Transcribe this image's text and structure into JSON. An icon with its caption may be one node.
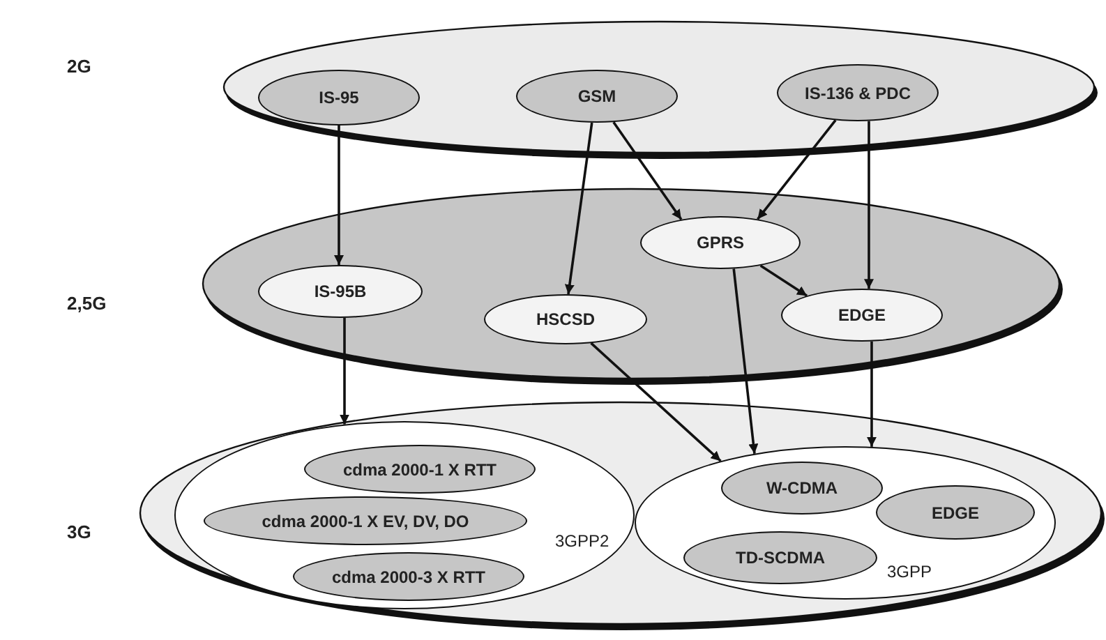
{
  "diagram": {
    "nodes": [
      {
        "text": [],
        "shape": "ellipse"
      },
      {
        "text": [
          "IS-95"
        ],
        "in": 0
      },
      {
        "text": [
          "GSM"
        ],
        "in": 0
      },
      {
        "text": [
          "IS-136 & PDC"
        ],
        "in": 0
      },
      {
        "text": [],
        "shape": "ellipse"
      },
      {
        "text": [
          "IS-95B"
        ],
        "in": 4
      },
      {
        "text": [
          "HSCSD"
        ],
        "in": 4
      },
      {
        "text": [
          "GPRS"
        ],
        "in": 4
      },
      {
        "text": [
          "EDGE"
        ],
        "in": 4
      },
      {
        "text": [],
        "shape": "ellipse"
      },
      {
        "text": [
          "3GPP2"
        ],
        "in": 9
      },
      {
        "text": [
          "cdma 2000-1 X RTT"
        ],
        "in": 10
      },
      {
        "text": [
          "cdma 2000-1 X EV, DV, DO"
        ],
        "in": 10
      },
      {
        "text": [
          "cdma 2000-3 X RTT"
        ],
        "in": 10
      },
      {
        "text": [
          "3GPP"
        ],
        "in": 9
      },
      {
        "text": [
          "W-CDMA"
        ],
        "in": 14
      },
      {
        "text": [
          "EDGE"
        ],
        "in": 14
      },
      {
        "text": [
          "TD-SCDMA"
        ],
        "in": 14
      }
    ],
    "edges": [
      {
        "from": 1,
        "to": 5,
        "arrow": "to"
      },
      {
        "from": 2,
        "to": 6,
        "arrow": "to"
      },
      {
        "from": 2,
        "to": 7,
        "arrow": "to"
      },
      {
        "from": 3,
        "to": 7,
        "arrow": "to"
      },
      {
        "from": 3,
        "to": 8,
        "arrow": "to"
      },
      {
        "from": 7,
        "to": 8,
        "arrow": "to"
      },
      {
        "from": 5,
        "to": 10,
        "arrow": "to"
      },
      {
        "from": 6,
        "to": 14,
        "arrow": "to"
      },
      {
        "from": 7,
        "to": 14,
        "arrow": "to"
      },
      {
        "from": 8,
        "to": 14,
        "arrow": "to"
      }
    ],
    "labels": [
      "2G",
      "2,5G",
      "3G"
    ]
  }
}
